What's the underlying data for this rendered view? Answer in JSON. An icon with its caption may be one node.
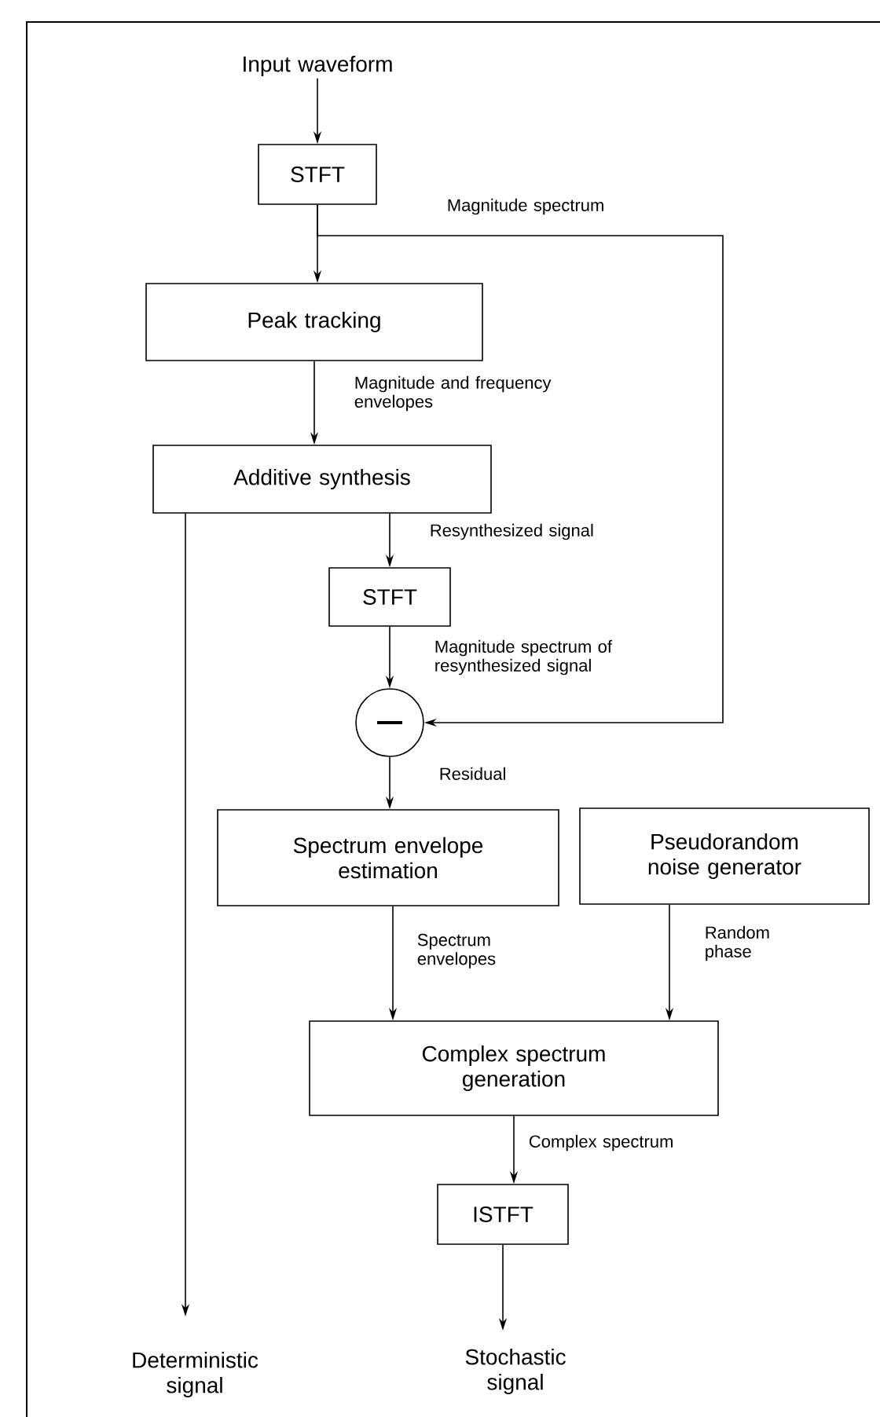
{
  "diagram": {
    "nodes": [
      {
        "text": [
          "Input waveform"
        ]
      },
      {
        "text": [
          "STFT"
        ]
      },
      {
        "text": [
          "Peak tracking"
        ]
      },
      {
        "text": [
          "Additive synthesis"
        ]
      },
      {
        "text": [
          "STFT"
        ]
      },
      {
        "text": [],
        "shape": "circle"
      },
      {
        "text": [
          "Spectrum envelope estimation"
        ]
      },
      {
        "text": [
          "Pseudorandom noise generator"
        ]
      },
      {
        "text": [
          "Complex spectrum generation"
        ]
      },
      {
        "text": [
          "ISTFT"
        ]
      },
      {
        "text": [
          "Deterministic signal"
        ]
      },
      {
        "text": [
          "Stochastic signal"
        ]
      }
    ],
    "edges": [
      {
        "from": 0,
        "to": 1,
        "arrow": "to"
      },
      {
        "from": 1,
        "to": 2,
        "arrow": "to"
      },
      {
        "from": 1,
        "to": 5,
        "arrow": "to",
        "label": "Magnitude spectrum"
      },
      {
        "from": 2,
        "to": 3,
        "arrow": "to",
        "label": "Magnitude and frequency envelopes"
      },
      {
        "from": 3,
        "to": 4,
        "arrow": "to",
        "label": "Resynthesized signal"
      },
      {
        "from": 4,
        "to": 5,
        "arrow": "to",
        "label": "Magnitude spectrum of resynthesized signal"
      },
      {
        "from": 5,
        "to": 6,
        "arrow": "to",
        "label": "Residual"
      },
      {
        "from": 6,
        "to": 8,
        "arrow": "to",
        "label": "Spectrum envelopes"
      },
      {
        "from": 7,
        "to": 8,
        "arrow": "to",
        "label": "Random phase"
      },
      {
        "from": 8,
        "to": 9,
        "arrow": "to",
        "label": "Complex spectrum"
      },
      {
        "from": 9,
        "to": 11,
        "arrow": "to"
      },
      {
        "from": 3,
        "to": 10,
        "arrow": "to"
      }
    ]
  }
}
